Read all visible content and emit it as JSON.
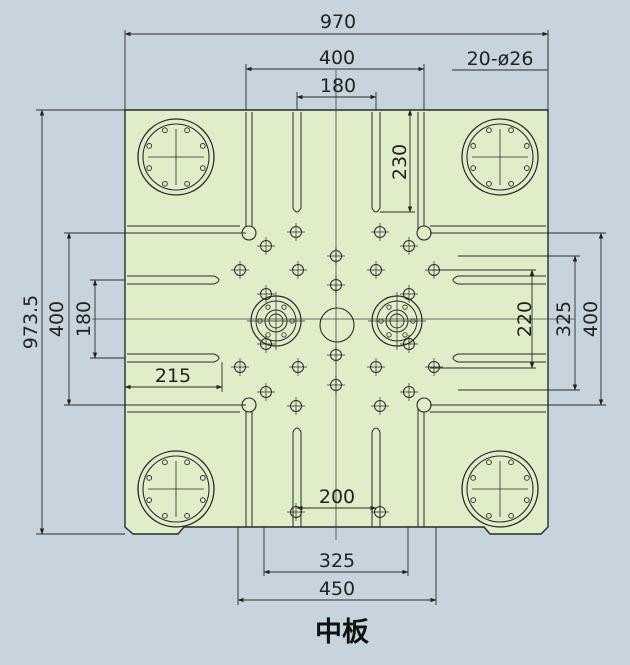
{
  "title": "中板",
  "colors": {
    "background": "#c8d4dd",
    "plate_fill": "#dfedc9",
    "line": "#2a2a2a"
  },
  "dimensions": {
    "overall_width": "970",
    "tiebar_spacing_h": "400",
    "inner_spacing_h": "180",
    "hole_spec": "20-ø26",
    "slot_length": "230",
    "overall_height": "973.5",
    "tiebar_spacing_v_left": "400",
    "inner_spacing_v_left": "180",
    "left_slot_length": "215",
    "inner_spacing_v_right": "220",
    "mid_spacing_v_right": "325",
    "outer_spacing_v_right": "400",
    "bottom_slot_spacing": "200",
    "bottom_mid_spacing": "325",
    "bottom_outer_spacing": "450"
  }
}
